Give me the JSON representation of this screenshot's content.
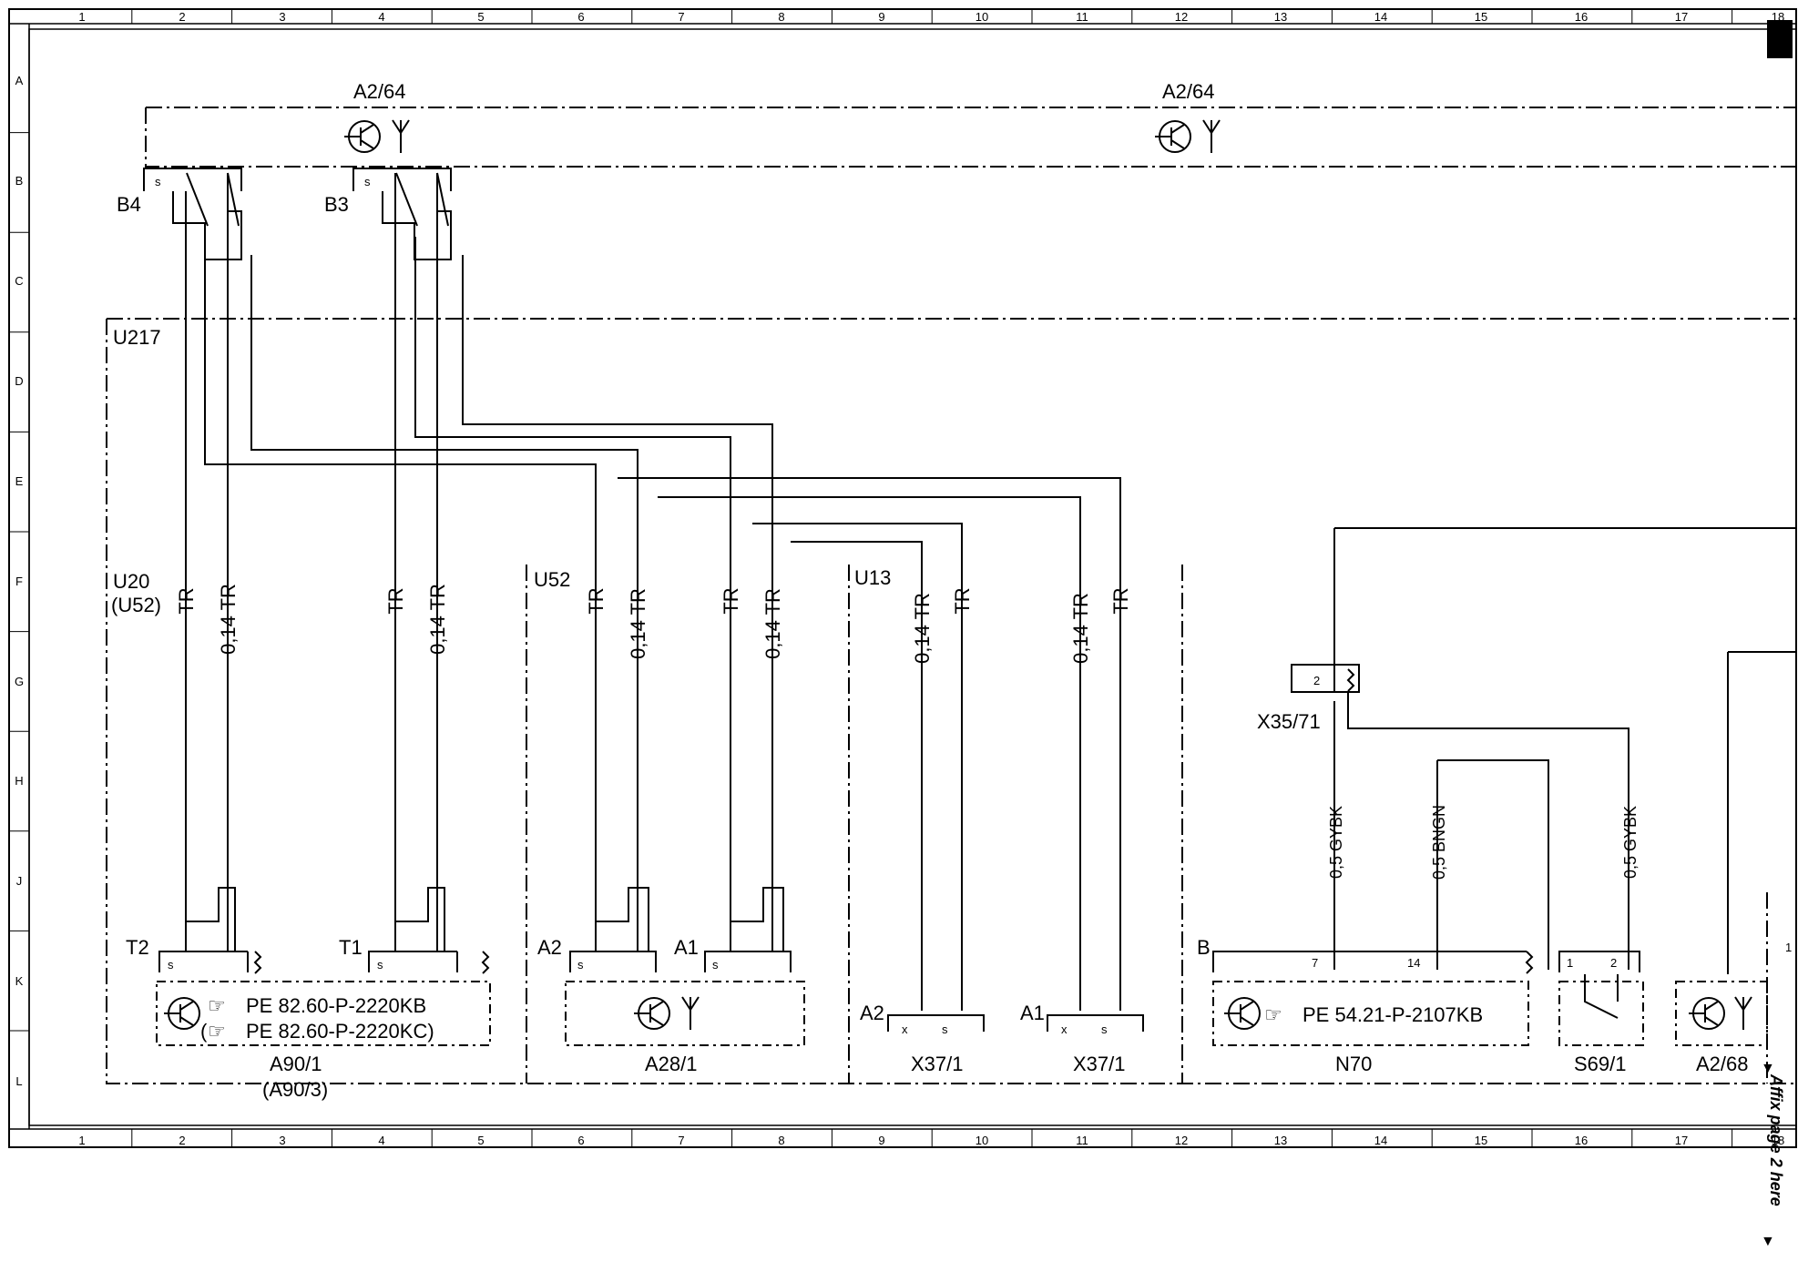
{
  "grid": {
    "columns": [
      "1",
      "2",
      "3",
      "4",
      "5",
      "6",
      "7",
      "8",
      "9",
      "10",
      "11",
      "12",
      "13",
      "14",
      "15",
      "16",
      "17",
      "18"
    ],
    "rows": [
      "A",
      "B",
      "C",
      "D",
      "E",
      "F",
      "G",
      "H",
      "J",
      "K",
      "L"
    ]
  },
  "components": {
    "a264_left": "A2/64",
    "a264_right": "A2/64",
    "b4": "B4",
    "b3": "B3",
    "u217": "U217",
    "u20": "U20",
    "u52_paren": "(U52)",
    "u52": "U52",
    "u13": "U13",
    "x35_71": "X35/71",
    "t2": "T2",
    "t1": "T1",
    "a2_k": "A2",
    "a1_k": "A1",
    "a2_x": "A2",
    "a1_x": "A1",
    "b_n70": "B",
    "a90_1": "A90/1",
    "a90_3": "(A90/3)",
    "a28_1": "A28/1",
    "x37_1_left": "X37/1",
    "x37_1_right": "X37/1",
    "n70": "N70",
    "s69_1": "S69/1",
    "a2_68": "A2/68"
  },
  "references": {
    "pe_a90_kb": "PE 82.60-P-2220KB",
    "pe_a90_kc": "PE 82.60-P-2220KC)",
    "pe_a90_kc_open": "(",
    "pe_n70": "PE 54.21-P-2107KB"
  },
  "wires": {
    "w1": "TR",
    "w2": "0,14 TR",
    "w3": "TR",
    "w4": "0,14 TR",
    "w5": "TR",
    "w6": "0,14 TR",
    "w7": "TR",
    "w8": "0,14 TR",
    "w9": "0,14 TR",
    "w10": "TR",
    "w11": "0,14 TR",
    "w12": "TR",
    "w13": "0,5 GYBK",
    "w14": "0,5 BNGN",
    "w15": "0,5 GYBK"
  },
  "pins": {
    "s": "s",
    "x": "x",
    "x35_pin": "2",
    "n70_pin7": "7",
    "n70_pin14": "14",
    "s69_pin1": "1",
    "s69_pin2": "2",
    "a268_pin": "1"
  },
  "side_note": "Affix page 2 here"
}
